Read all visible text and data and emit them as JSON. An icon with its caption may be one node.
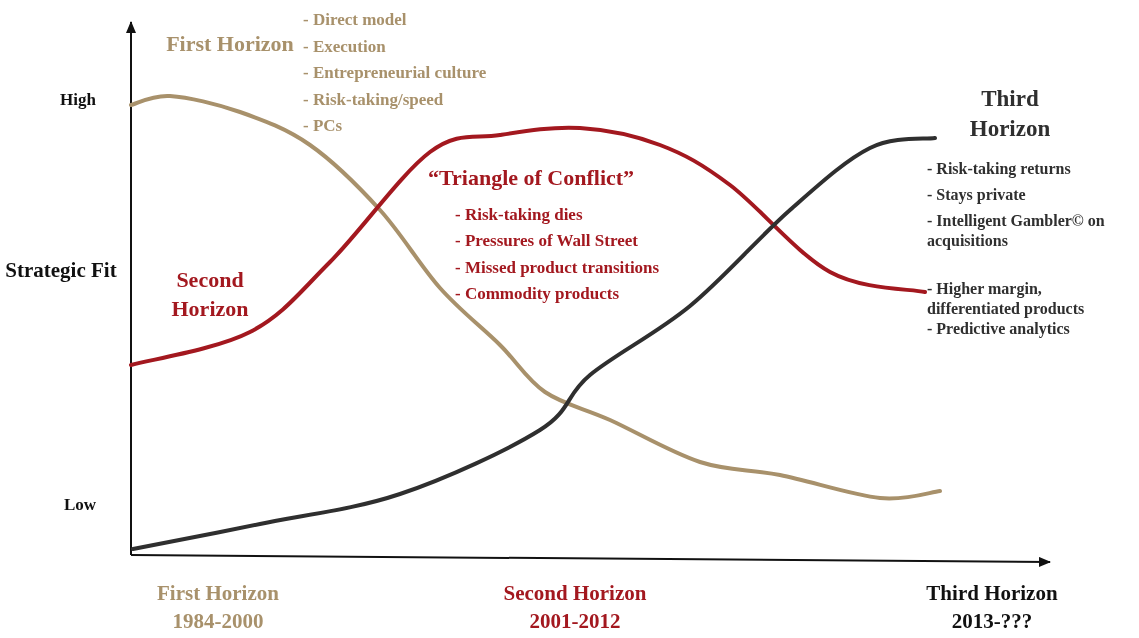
{
  "diagram": {
    "labels": [
      "First Horizon",
      "- Direct model",
      "- Execution",
      "- Entrepreneurial culture",
      "- Risk-taking/speed",
      "- PCs",
      "High",
      "Third Horizon",
      "- Risk-taking returns",
      "- Stays private",
      "“Triangle of Conflict”",
      "- Intelligent Gambler© on acquisitions",
      "- Risk-taking dies",
      "- Pressures of Wall Street",
      "- Missed product transitions",
      "- Commodity products",
      "Strategic Fit",
      "Second Horizon",
      "- Higher margin, differentiated products",
      "- Predictive analytics",
      "Low",
      "First Horizon",
      "Second Horizon",
      "Third Horizon",
      "1984-2000",
      "2001-2012",
      "2013-???"
    ]
  }
}
